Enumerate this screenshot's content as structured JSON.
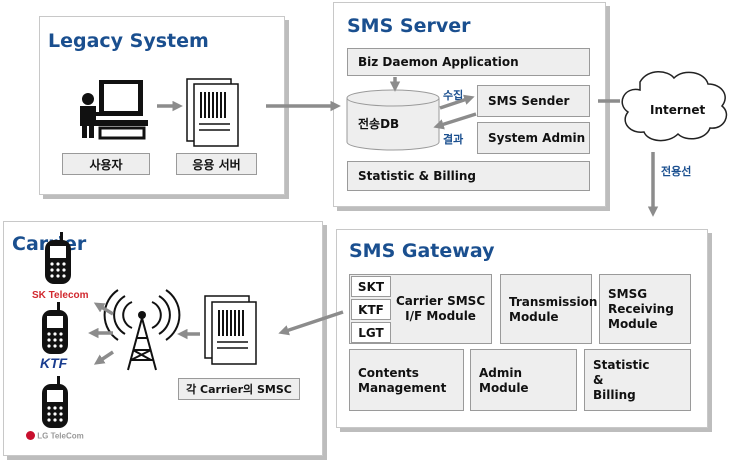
{
  "legacy": {
    "title": "Legacy System",
    "user_label": "사용자",
    "app_server_label": "응용 서버"
  },
  "sms_server": {
    "title": "SMS Server",
    "biz_daemon": "Biz Daemon Application",
    "db_label": "전송DB",
    "collect_label": "수집",
    "result_label": "결과",
    "sms_sender": "SMS Sender",
    "system_admin": "System Admin",
    "statistic_billing": "Statistic & Billing"
  },
  "internet": {
    "label": "Internet",
    "dedicated_line": "전용선"
  },
  "gateway": {
    "title": "SMS Gateway",
    "carriers": [
      "SKT",
      "KTF",
      "LGT"
    ],
    "carrier_smsc_module": "Carrier SMSC\nI/F Module",
    "transmission_module": "Transmission\nModule",
    "smsg_receiving_module": "SMSG\nReceiving\nModule",
    "contents_management": "Contents\nManagement",
    "admin_module": "Admin\nModule",
    "statistic_billing": "Statistic\n&\nBilling"
  },
  "carrier": {
    "title": "Carrier",
    "smsc_label": "각 Carrier의 SMSC",
    "logos": {
      "skt": "SK Telecom",
      "ktf": "KTF",
      "lgt": "LG TeleCom"
    }
  },
  "colors": {
    "title_blue": "#1a4f8f",
    "arrow_gray": "#8c8c8c",
    "skt_red": "#d1282e",
    "ktf_blue": "#1a3d8f",
    "lgt_red": "#c8102e"
  }
}
